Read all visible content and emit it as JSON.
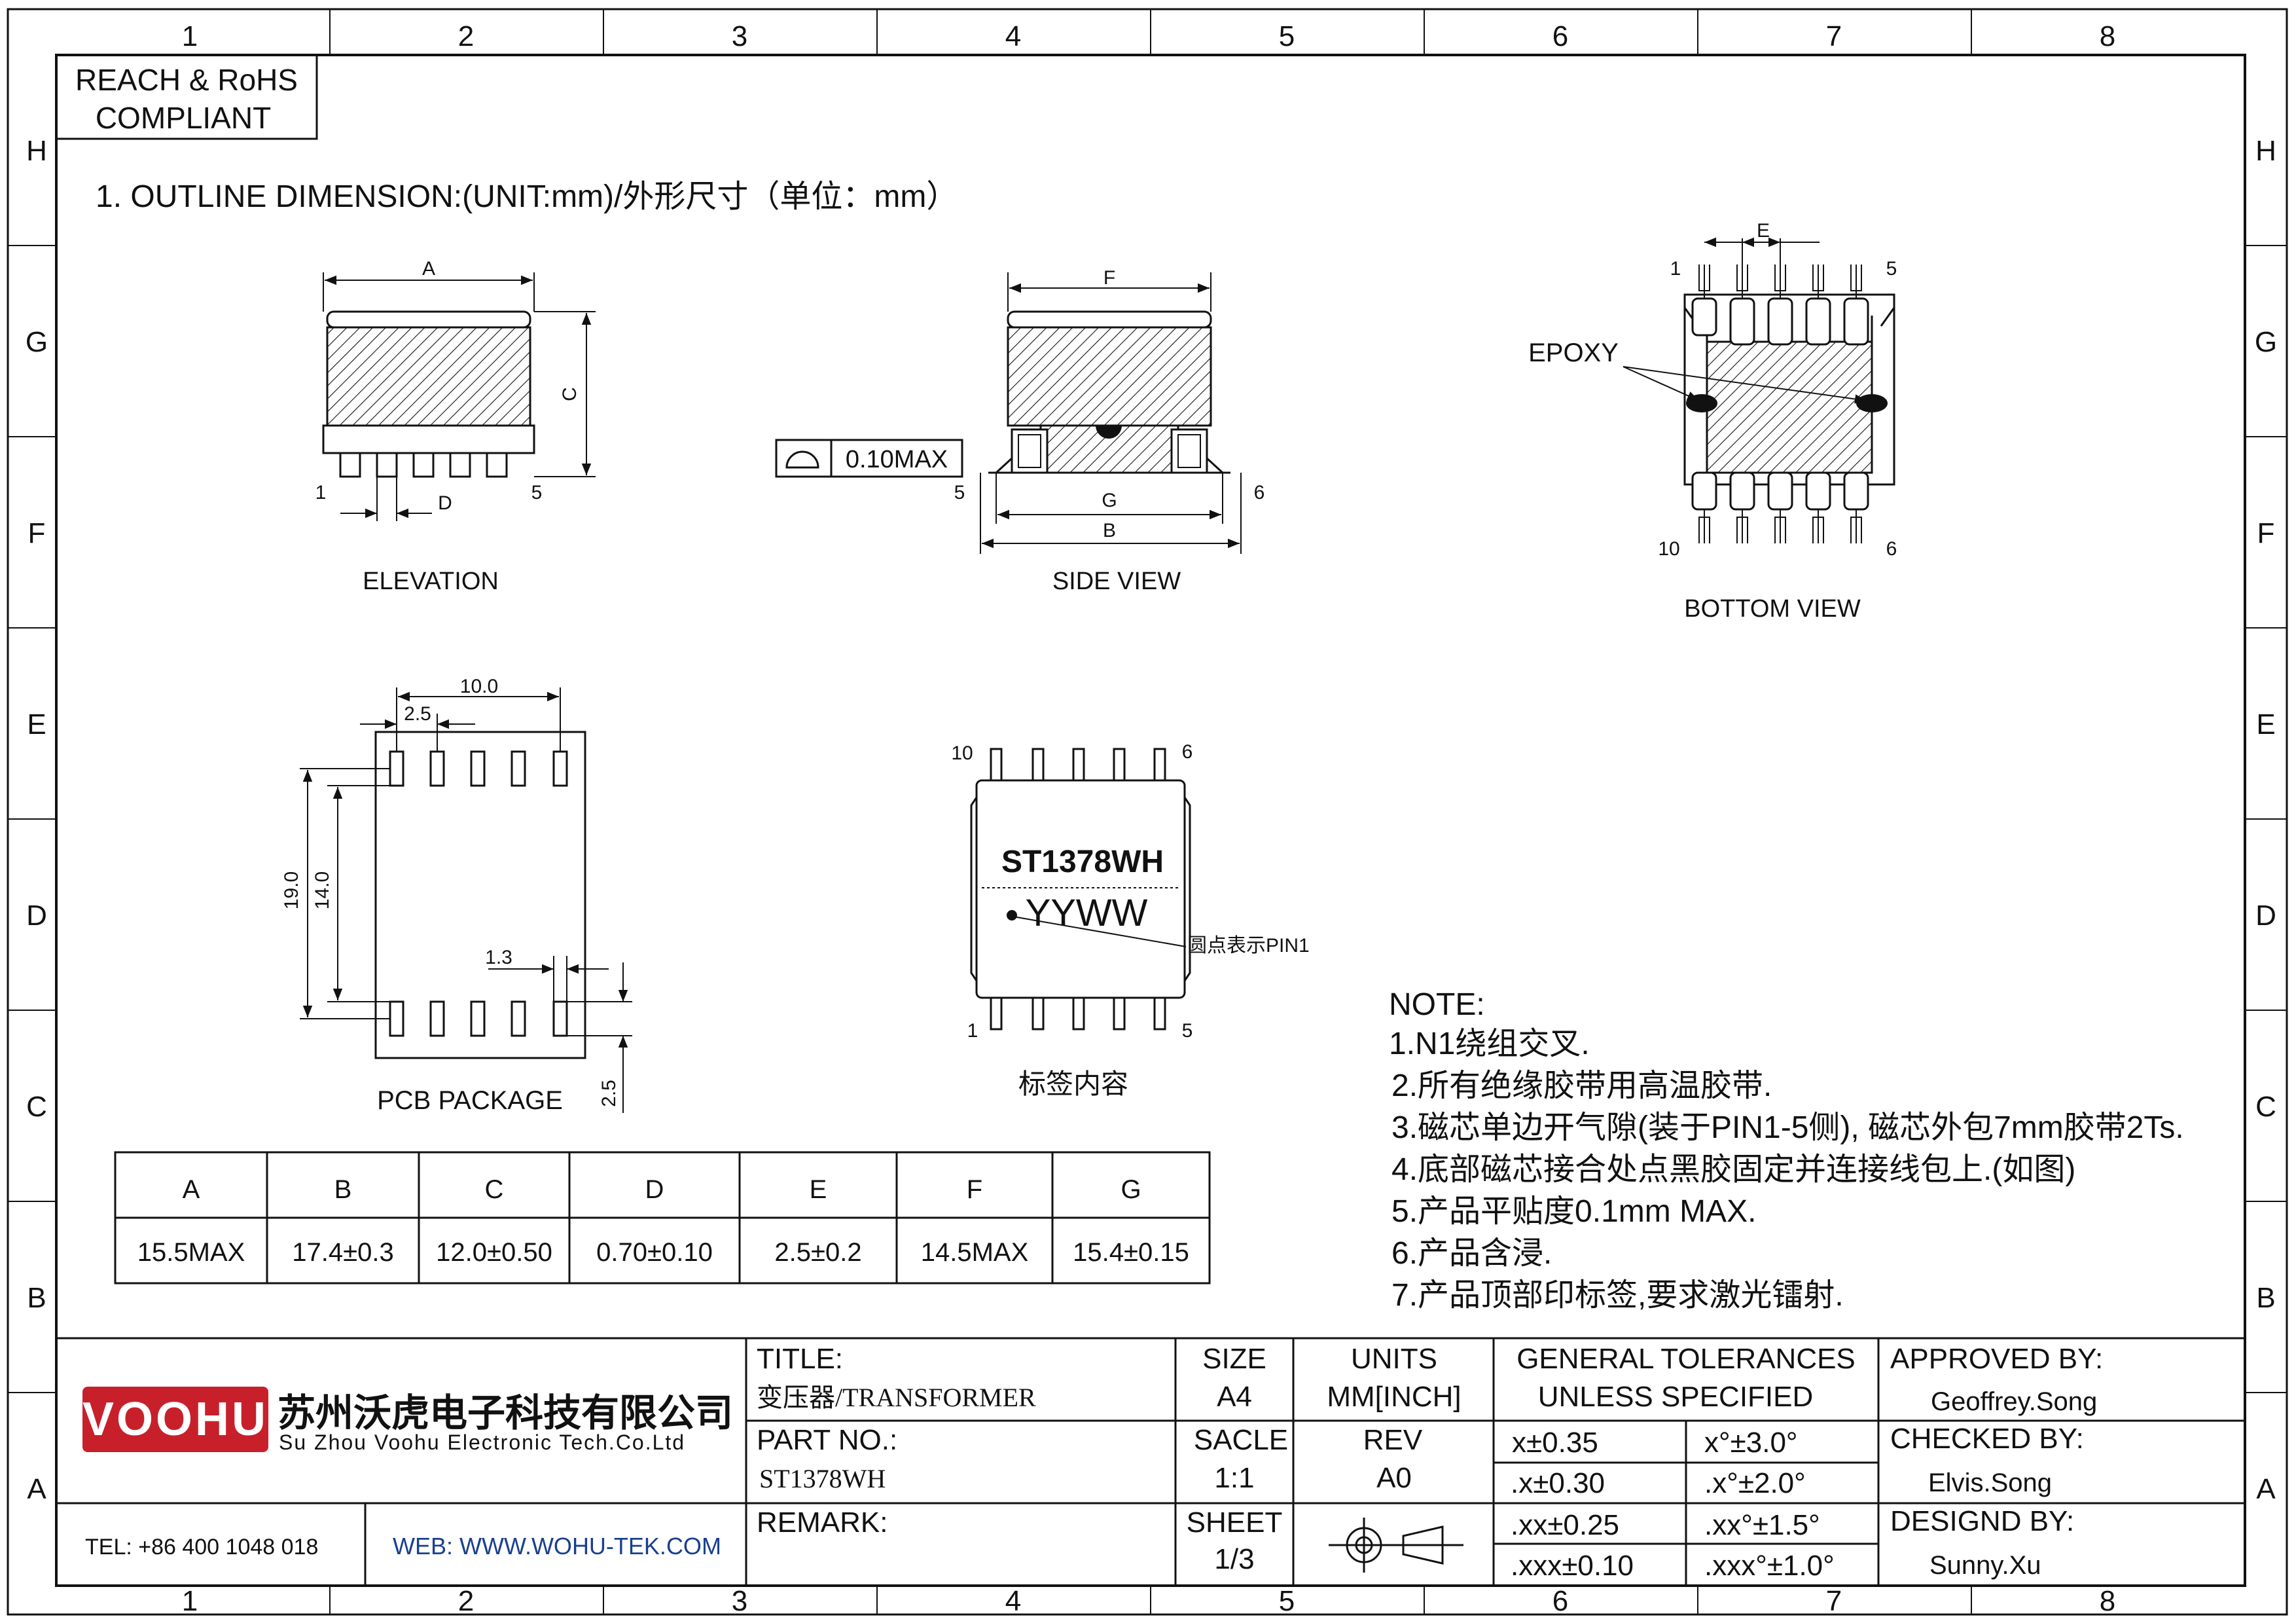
{
  "frame": {
    "columns": [
      "1",
      "2",
      "3",
      "4",
      "5",
      "6",
      "7",
      "8"
    ],
    "rows": [
      "H",
      "G",
      "F",
      "E",
      "D",
      "C",
      "B",
      "A"
    ]
  },
  "compliance": {
    "line1": "REACH & RoHS",
    "line2": "COMPLIANT"
  },
  "section_title": "1. OUTLINE DIMENSION:(UNIT:mm)/外形尺寸（单位：mm）",
  "views": {
    "elevation": {
      "title": "ELEVATION",
      "dim_a": "A",
      "dim_c": "C",
      "dim_d": "D",
      "pin_left": "1",
      "pin_right": "5"
    },
    "side": {
      "title": "SIDE VIEW",
      "dim_f": "F",
      "dim_g": "G",
      "dim_b": "B",
      "flatness": "0.10MAX",
      "pin_left": "5",
      "pin_right": "6"
    },
    "bottom": {
      "title": "BOTTOM VIEW",
      "dim_e": "E",
      "epoxy": "EPOXY",
      "pin_tl": "1",
      "pin_tr": "5",
      "pin_bl": "10",
      "pin_br": "6"
    },
    "pcb": {
      "title": "PCB PACKAGE",
      "d_10": "10.0",
      "d_2_5": "2.5",
      "d_19": "19.0",
      "d_14": "14.0",
      "d_1_3": "1.3",
      "d_2_5b": "2.5"
    },
    "label": {
      "title": "标签内容",
      "part": "ST1378WH",
      "date_code": "YYWW",
      "pin1_note": "圆点表示PIN1",
      "pin_tl": "10",
      "pin_tr": "6",
      "pin_bl": "1",
      "pin_br": "5"
    }
  },
  "dimension_table": {
    "headers": [
      "A",
      "B",
      "C",
      "D",
      "E",
      "F",
      "G"
    ],
    "values": [
      "15.5MAX",
      "17.4±0.3",
      "12.0±0.50",
      "0.70±0.10",
      "2.5±0.2",
      "14.5MAX",
      "15.4±0.15"
    ]
  },
  "notes": {
    "heading": "NOTE:",
    "items": [
      "1.N1绕组交叉.",
      "2.所有绝缘胶带用高温胶带.",
      "3.磁芯单边开气隙(装于PIN1-5侧), 磁芯外包7mm胶带2Ts.",
      "4.底部磁芯接合处点黑胶固定并连接线包上.(如图)",
      "5.产品平贴度0.1mm MAX.",
      "6.产品含浸.",
      "7.产品顶部印标签,要求激光镭射."
    ]
  },
  "title_block": {
    "logo": "VOOHU",
    "company_cn": "苏州沃虎电子科技有限公司",
    "company_en": "Su Zhou Voohu Electronic Tech.Co.Ltd",
    "tel": "TEL: +86 400 1048 018",
    "web": "WEB: WWW.WOHU-TEK.COM",
    "title_label": "TITLE:",
    "title_value": "变压器/TRANSFORMER",
    "part_label": "PART NO.:",
    "part_value": "ST1378WH",
    "remark_label": "REMARK:",
    "size_label": "SIZE",
    "size_value": "A4",
    "units_label": "UNITS",
    "units_value": "MM[INCH]",
    "scale_label": "SACLE",
    "scale_value": "1:1",
    "rev_label": "REV",
    "rev_value": "A0",
    "sheet_label": "SHEET",
    "sheet_value": "1/3",
    "tol_header1": "GENERAL TOLERANCES",
    "tol_header2": "UNLESS SPECIFIED",
    "tolerances": [
      [
        "x±0.35",
        "x°±3.0°"
      ],
      [
        ".x±0.30",
        ".x°±2.0°"
      ],
      [
        ".xx±0.25",
        ".xx°±1.5°"
      ],
      [
        ".xxx±0.10",
        ".xxx°±1.0°"
      ]
    ],
    "approved_label": "APPROVED BY:",
    "approved_value": "Geoffrey.Song",
    "checked_label": "CHECKED BY:",
    "checked_value": "Elvis.Song",
    "designed_label": "DESIGND BY:",
    "designed_value": "Sunny.Xu"
  },
  "colors": {
    "logo_red": "#c8202b",
    "web_blue": "#1a3f8f",
    "ink": "#111111"
  }
}
